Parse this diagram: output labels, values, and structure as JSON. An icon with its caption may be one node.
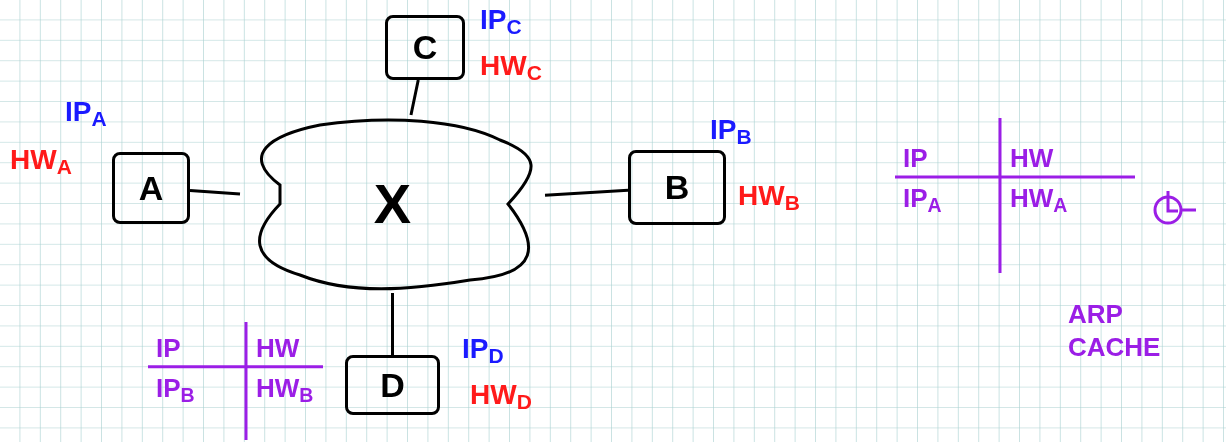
{
  "diagram": {
    "nodes": [
      {
        "text": [
          "X"
        ]
      },
      {
        "text": [
          "A"
        ],
        "beside": [
          "IP$_{A}$",
          "HW$_{A}$"
        ]
      },
      {
        "text": [
          "B"
        ],
        "beside": [
          "IP$_{B}$",
          "HW$_{B}$"
        ]
      },
      {
        "text": [
          "C"
        ],
        "beside": [
          "IP$_{C}$",
          "HW$_{C}$"
        ]
      },
      {
        "text": [
          "D"
        ],
        "beside": [
          "IP$_{D}$",
          "HW$_{D}$"
        ]
      }
    ],
    "edges": [
      {
        "from": 1,
        "to": 0,
        "arrow": "none"
      },
      {
        "from": 0,
        "to": 2,
        "arrow": "none"
      },
      {
        "from": 3,
        "to": 0,
        "arrow": "none"
      },
      {
        "from": 0,
        "to": 4,
        "arrow": "none"
      }
    ],
    "labels": [
      "IP",
      "HW",
      "IP$_{A}$",
      "HW$_{A}$",
      "ARP CACHE",
      "IP",
      "HW",
      "IP$_{B}$",
      "HW$_{B}$"
    ]
  }
}
